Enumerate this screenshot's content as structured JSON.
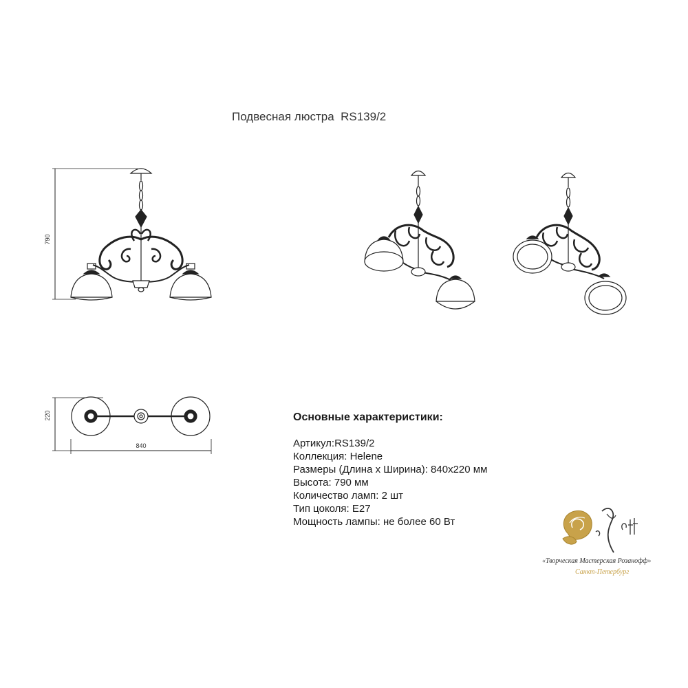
{
  "title": "Подвесная люстра  RS139/2",
  "dimensions": {
    "height_label": "790",
    "width_label": "220",
    "length_label": "840"
  },
  "specs": {
    "heading": "Основные характеристики:",
    "rows": [
      "Артикул:RS139/2",
      "Коллекция: Helene",
      "Размеры (Длина х Ширина): 840х220 мм",
      "Высота: 790 мм",
      "Количество ламп: 2 шт",
      "Тип цоколя: E27",
      "Мощность лампы: не более 60 Вт"
    ]
  },
  "logo": {
    "caption": "«Творческая Мастерская Розанофф»",
    "city": "Санкт-Петербург",
    "accent_color": "#c8a24a"
  }
}
